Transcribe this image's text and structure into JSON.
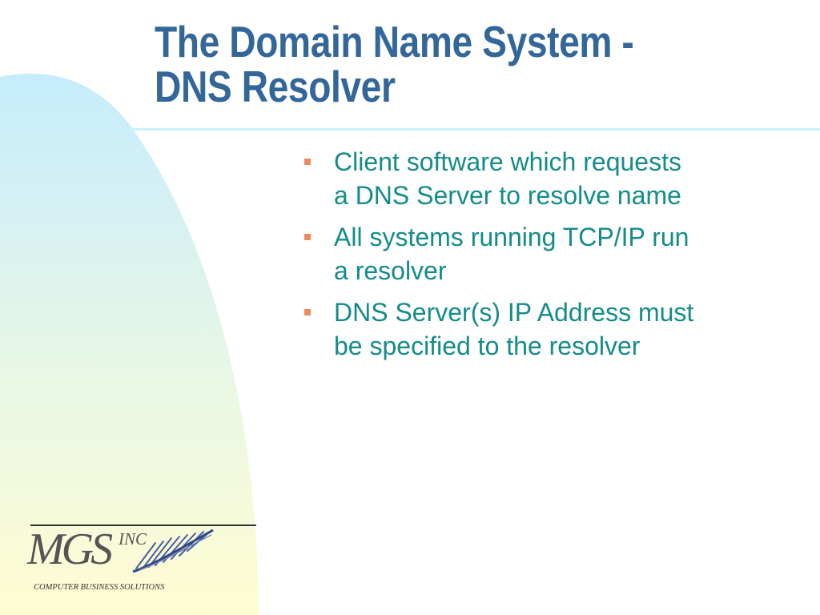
{
  "slide": {
    "title_lines": [
      "The Domain Name System -",
      "DNS Resolver"
    ],
    "bullets": [
      {
        "lines": [
          "Client software which requests",
          "a DNS Server to resolve name"
        ]
      },
      {
        "lines": [
          "All systems running TCP/IP run",
          "a resolver"
        ]
      },
      {
        "lines": [
          "DNS Server(s) IP Address must",
          "be specified to the resolver"
        ]
      }
    ]
  },
  "logo": {
    "brand": "MGS",
    "suffix": "INC",
    "tagline": "COMPUTER BUSINESS SOLUTIONS"
  },
  "colors": {
    "title": "#336699",
    "body_text": "#138c8a",
    "bullet": "#f08a5c",
    "rule": "#c8f2f8",
    "gradient_top": "#c6ecfd",
    "gradient_bottom": "#fffcd2"
  },
  "icons": {
    "bullet": "square-bullet-icon",
    "logo_mark": "swoosh-icon"
  }
}
